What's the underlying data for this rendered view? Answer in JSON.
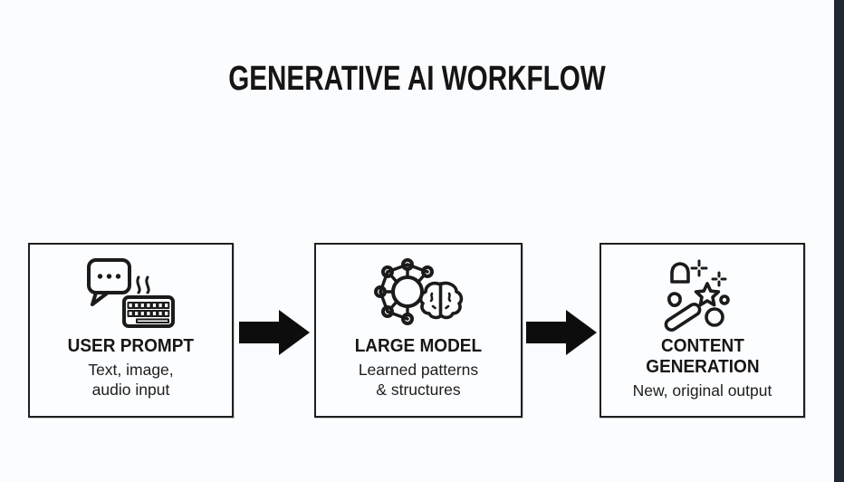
{
  "window": {
    "background": "#fbfcfd",
    "right_bar_color": "#222734",
    "ink_color": "#1b1b1b"
  },
  "title": "GENERATIVE AI WORKFLOW",
  "steps": [
    {
      "id": "user-prompt",
      "icon": "speech-bubble-keyboard-icon",
      "title_lines": [
        "USER PROMPT"
      ],
      "subtitle_lines": [
        "Text, image,",
        "audio input"
      ]
    },
    {
      "id": "large-model",
      "icon": "neural-network-brain-icon",
      "title_lines": [
        "LARGE MODEL"
      ],
      "subtitle_lines": [
        "Learned patterns",
        "& structures"
      ]
    },
    {
      "id": "content-generation",
      "icon": "magic-wand-sparkles-icon",
      "title_lines": [
        "CONTENT",
        "GENERATION"
      ],
      "subtitle_lines": [
        "New, original output"
      ]
    }
  ],
  "connectors": [
    {
      "type": "arrow-right"
    },
    {
      "type": "arrow-right"
    }
  ]
}
